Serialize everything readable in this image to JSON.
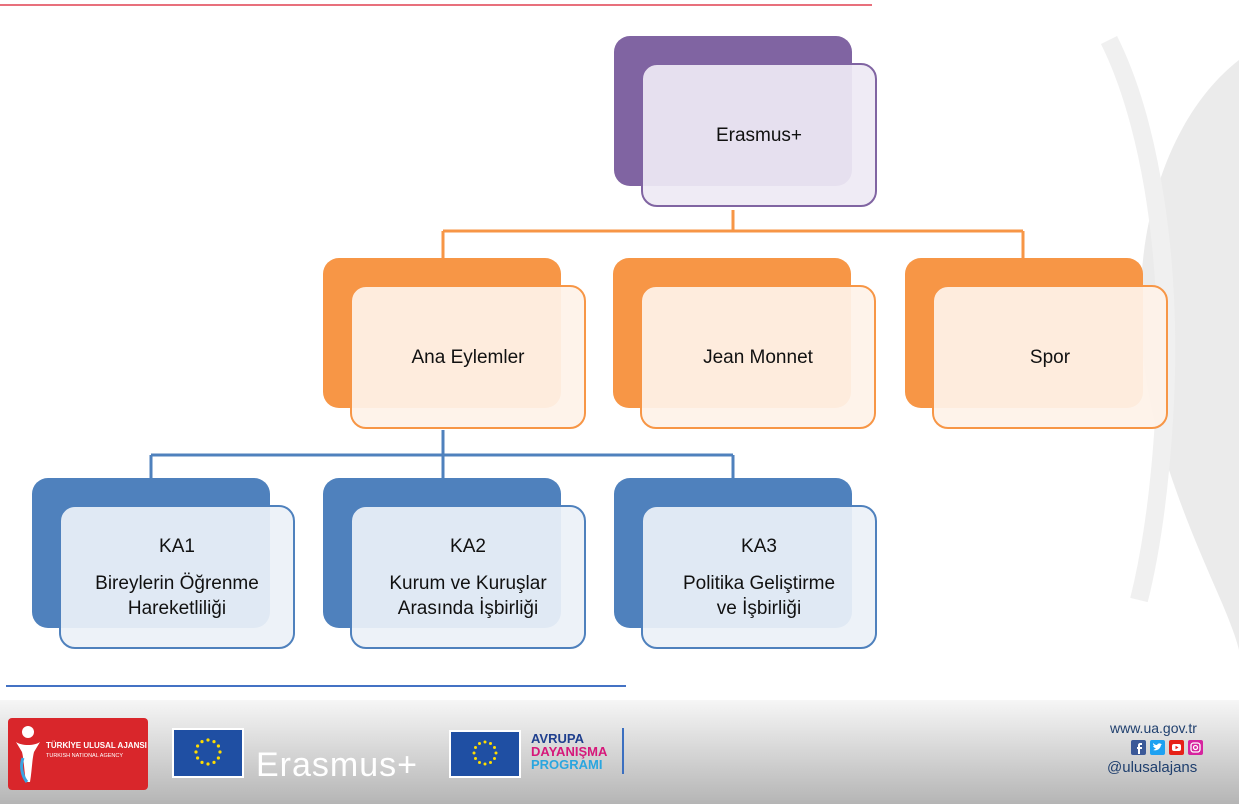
{
  "diagram": {
    "root": {
      "label": "Erasmus+"
    },
    "level2": [
      {
        "label": "Ana Eylemler"
      },
      {
        "label": "Jean Monnet"
      },
      {
        "label": "Spor"
      }
    ],
    "level3": [
      {
        "code": "KA1",
        "line1": "Bireylerin Öğrenme",
        "line2": "Hareketliliği"
      },
      {
        "code": "KA2",
        "line1": "Kurum ve Kuruşlar",
        "line2": "Arasında İşbirliği"
      },
      {
        "code": "KA3",
        "line1": "Politika Geliştirme",
        "line2": "ve İşbirliği"
      }
    ],
    "colors": {
      "root": "#8064a2",
      "level2": "#f79646",
      "level3": "#4f81bd",
      "top_rule": "#e8707c",
      "bottom_rule": "#4472c4"
    }
  },
  "footer": {
    "agency_name": "TÜRKİYE ULUSAL AJANSI",
    "agency_subtitle": "TURKISH NATIONAL AGENCY",
    "erasmus_brand": "Erasmus+",
    "solidarity_line1": "AVRUPA",
    "solidarity_line2": "DAYANIŞMA",
    "solidarity_line3": "PROGRAMI",
    "website": "www.ua.gov.tr",
    "handle": "@ulusalajans",
    "social_icons": [
      "facebook-icon",
      "twitter-icon",
      "youtube-icon",
      "instagram-icon"
    ]
  }
}
